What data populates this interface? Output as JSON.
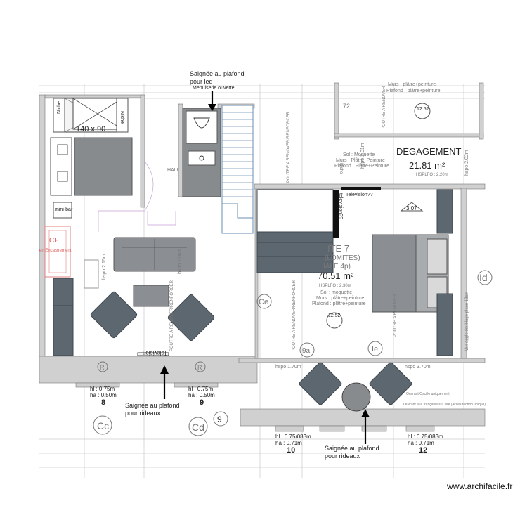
{
  "annotations": {
    "led": "Saignée au plafond\npour led",
    "rideaux_left": "Saignée au plafond\npour rideaux",
    "rideaux_right": "Saignée au plafond\npour rideaux",
    "tv_top": "Television??",
    "tv_side": "television??",
    "tv_bottom": "Television"
  },
  "rooms": {
    "degagement": {
      "name": "DEGAGEMENT",
      "area": "21.81 m²",
      "hsp": "HSPLFO : 2.20m",
      "sol": "Sol : Moquette",
      "murs": "Murs : Plâtre+Peinture",
      "plafond": "Plafond : Plâtre+Peinture"
    },
    "suite": {
      "name": "ITE 7",
      "sub": "(LOMITES)",
      "capacity": "IALE 4p)",
      "area": "70.51 m²",
      "hsp": "HSPLFO : 2.30m",
      "sol": "Sol : moquette",
      "murs": "Murs : plâtre+peinture",
      "plafond": "Plafond : plâtre+peinture"
    },
    "top_right": {
      "murs": "Murs : plâtre+peinture",
      "plafond": "Plafond : plâtre+peinture",
      "num": "72"
    },
    "hall": {
      "name": "HALL"
    }
  },
  "labels": {
    "shower": "140 x 90",
    "niche_left": "Niche",
    "niche_right": "Niche",
    "niche_top": "Niche",
    "minibar": "mini-bar",
    "cf": "CF",
    "cf_sub": "en Encastrement",
    "door_open": "Menuiserie ouverte",
    "hspo_206": "hspo 2.06m",
    "hspo_215": "hspo 2.15m",
    "hspo_170": "hspo 1.70m",
    "hspo_370": "hspo 3.70m",
    "hspo_201": "hspo 2.01m",
    "hspo_202": "hspo 2.02m",
    "poutre": "POUTRE A RENOVER/RENFORCER",
    "poutre_b": "POUTRE A RENOVER",
    "mur_ext": "Mur agglo doublage placo 13cm",
    "level_307": "3.07",
    "level_1252a": "12.52",
    "level_1252b": "12.52",
    "ce": "Ce",
    "cc": "Cc",
    "cd": "Cd",
    "le": "Ie",
    "id": "Id",
    "ninea": "9a",
    "nine": "9",
    "r1": "R",
    "r2": "R"
  },
  "windows": [
    {
      "hl": "hl : 0.75m",
      "ha": "ha : 0.50m",
      "num": "8"
    },
    {
      "hl": "hl : 0.75m",
      "ha": "ha : 0.50m",
      "num": "9"
    },
    {
      "hl": "hl : 0.75/083m",
      "ha": "ha : 0.71m",
      "num": "10"
    },
    {
      "hl": "hl : 0.75/083m",
      "ha": "ha : 0.71m",
      "num": "12"
    }
  ],
  "window_notes": {
    "a": "Ouvrant Oscillo uniquement",
    "b": "Ouvrant à la française sur site (accès techno unique)"
  },
  "watermark": "www.archifacile.fr"
}
